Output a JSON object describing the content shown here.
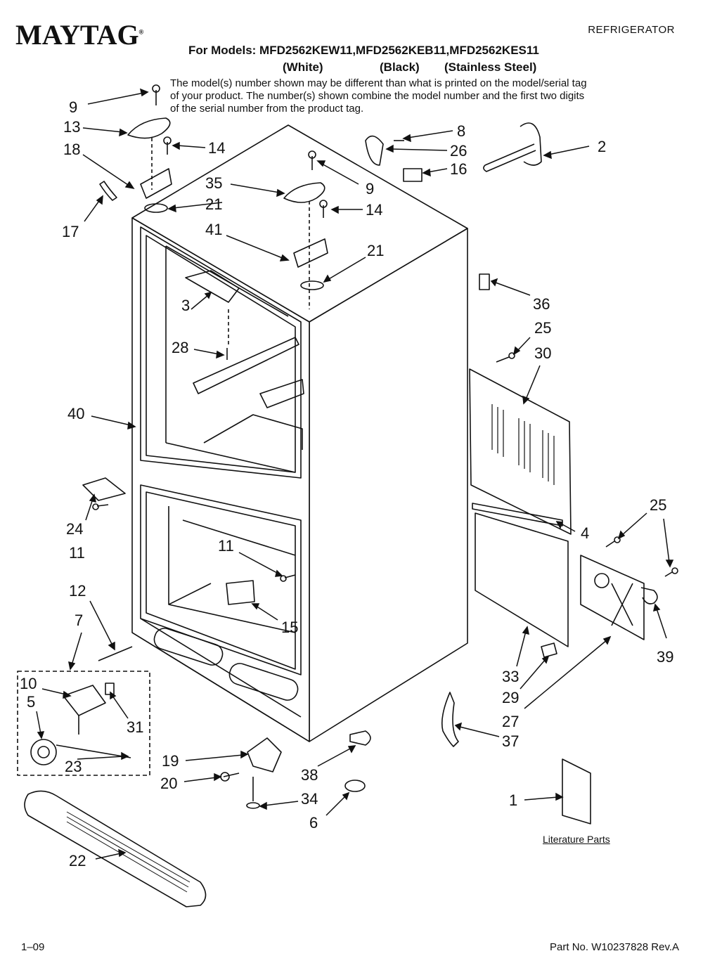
{
  "header": {
    "brand": "MAYTAG",
    "brand_mark": "®",
    "category": "REFRIGERATOR",
    "models_line": "For Models: MFD2562KEW11,MFD2562KEB11,MFD2562KES11",
    "variants": [
      "(White)",
      "(Black)",
      "(Stainless Steel)"
    ],
    "note": "The model(s) number shown may be different than what is printed on the model/serial tag of your product. The number(s) shown combine the model number and the first two digits of the serial number from the product tag."
  },
  "literature_label": "Literature Parts",
  "footer": {
    "date_code": "1–09",
    "part_number": "Part No. W10237828 Rev.A"
  },
  "callouts": [
    "9",
    "13",
    "18",
    "14",
    "8",
    "26",
    "2",
    "16",
    "35",
    "9",
    "21",
    "14",
    "17",
    "41",
    "21",
    "36",
    "3",
    "25",
    "28",
    "30",
    "40",
    "24",
    "11",
    "25",
    "4",
    "11",
    "12",
    "7",
    "15",
    "39",
    "10",
    "5",
    "31",
    "33",
    "29",
    "23",
    "19",
    "27",
    "37",
    "38",
    "20",
    "34",
    "6",
    "1",
    "22"
  ],
  "colors": {
    "ink": "#111111",
    "paper": "#ffffff"
  }
}
